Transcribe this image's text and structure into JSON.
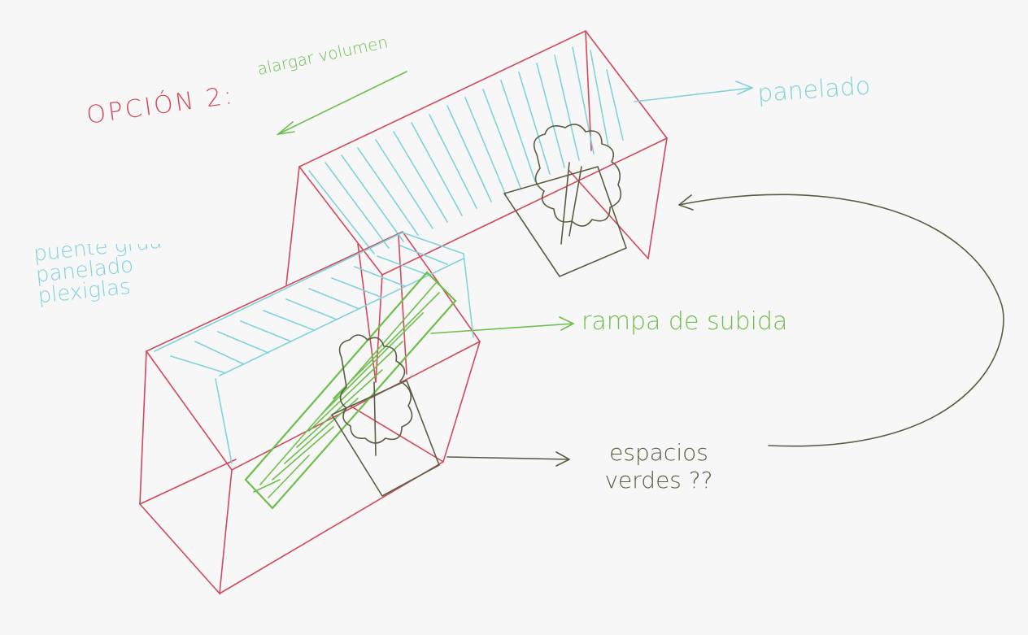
{
  "labels": {
    "option": "OPCIÓN 2:",
    "lengthen": "alargar volumen",
    "paneling": "panelado",
    "bridge": "puente grúa panelado plexiglas",
    "ramp": "rampa de subida",
    "green_spaces": "espacios verdes ??"
  },
  "colors": {
    "structure": "#d2495a",
    "paneling": "#7fd3dc",
    "ramp": "#6dbf4c",
    "vegetation": "#5b5d42",
    "background": "#f7f7f7"
  },
  "icons": [
    "tree-icon",
    "arrow-icon"
  ]
}
